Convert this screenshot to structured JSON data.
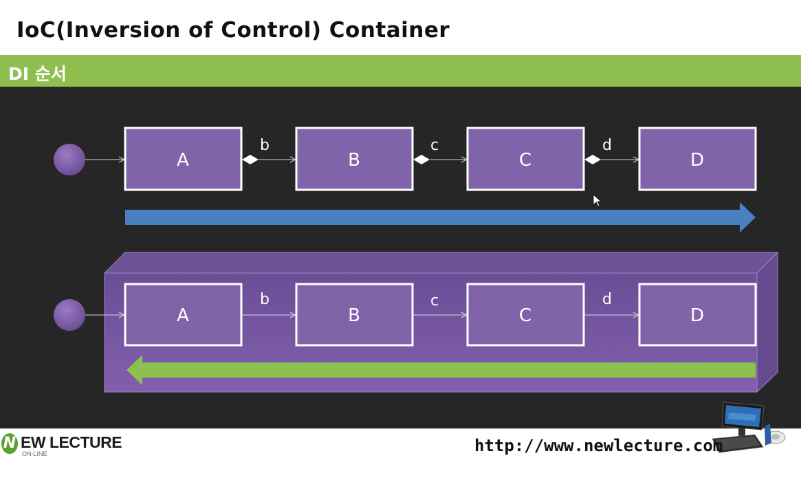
{
  "slide": {
    "title": "IoC(Inversion of Control) Container",
    "section_label": "DI 순서"
  },
  "colors": {
    "header_bar": "#8fc04f",
    "stage_bg": "#262626",
    "box_fill": "#8063a8",
    "box_border": "#ffffff",
    "blue_arrow": "#4a7fc1",
    "green_arrow": "#8dc04e",
    "container_fill": "#8e66b8"
  },
  "top_row": {
    "boxes": [
      "A",
      "B",
      "C",
      "D"
    ],
    "link_labels": [
      "b",
      "c",
      "d"
    ]
  },
  "bottom_row": {
    "boxes": [
      "A",
      "B",
      "C",
      "D"
    ],
    "link_labels": [
      "b",
      "c",
      "d"
    ]
  },
  "footer": {
    "logo_letter": "N",
    "logo_text": "EW LECTURE",
    "logo_sub": "ON-LINE",
    "url": "http://www.newlecture.com"
  }
}
